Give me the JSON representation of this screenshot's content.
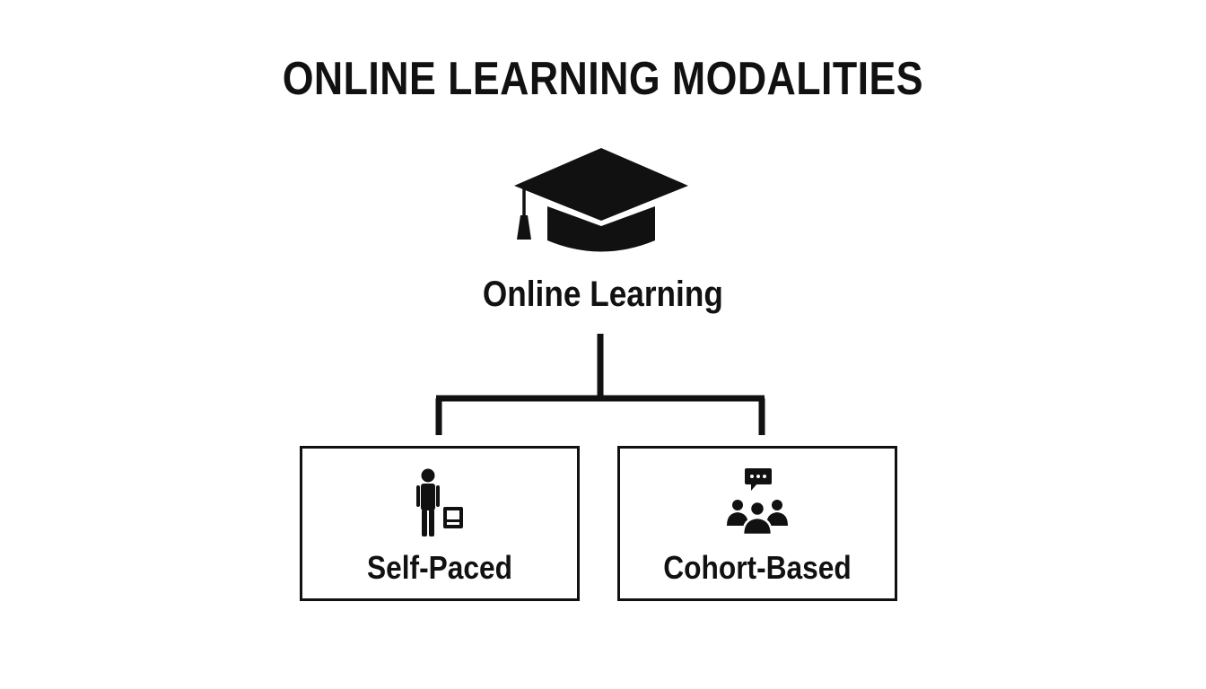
{
  "diagram": {
    "title": "ONLINE LEARNING MODALITIES",
    "root": {
      "label": "Online Learning",
      "icon": "graduation-cap-icon"
    },
    "children": [
      {
        "label": "Self-Paced",
        "icon": "person-with-book-icon"
      },
      {
        "label": "Cohort-Based",
        "icon": "group-chat-icon"
      }
    ]
  },
  "colors": {
    "ink": "#111111",
    "background": "#ffffff"
  }
}
